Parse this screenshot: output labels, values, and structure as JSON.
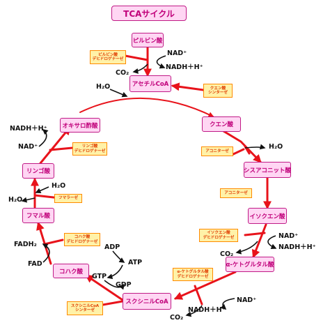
{
  "title": "TCAサイクル",
  "compounds": {
    "pyruvate": "ピルビン酸",
    "acetylcoa": "アセチルCoA",
    "citrate": "クエン酸",
    "cisaconitate": "シスアコニット酸",
    "isocitrate": "イソクエン酸",
    "akg": "α-ケトグルタル酸",
    "succinylcoa": "スクシニルCoA",
    "succinate": "コハク酸",
    "fumarate": "フマル酸",
    "malate": "リンゴ酸",
    "oxaloacetate": "オキサロ酢酸"
  },
  "enzymes": {
    "pdh": [
      "ピルビン酸",
      "デヒドロゲナーゼ"
    ],
    "cs": [
      "クエン酸",
      "シンターゼ"
    ],
    "aco1": [
      "アコニターゼ"
    ],
    "aco2": [
      "アコニターゼ"
    ],
    "idh": [
      "イソクエン酸",
      "デヒドロゲナーゼ"
    ],
    "akgdh": [
      "α-ケトグルタル酸",
      "デヒドロゲナーゼ"
    ],
    "scs": [
      "スクシニルCoA",
      "シンターゼ"
    ],
    "sdh": [
      "コハク酸",
      "デヒドロゲナーゼ"
    ],
    "fum": [
      "フマラーゼ"
    ],
    "mdh": [
      "リンゴ酸",
      "デヒドロゲナーゼ"
    ]
  },
  "molecules": {
    "nad_pdh": "NAD⁺",
    "nadh_pdh": "NADH＋H⁺",
    "co2_pdh": "CO₂",
    "h2o_cs": "H₂O",
    "h2o_aco": "H₂O",
    "nad_idh": "NAD⁺",
    "nadh_idh": "NADH＋H⁺",
    "co2_idh": "CO₂",
    "nadh_akg": "NADH＋H⁺",
    "nad_akg": "NAD⁺",
    "co2_akg": "CO₂",
    "adp": "ADP",
    "atp": "ATP",
    "gtp": "GTP",
    "gdp": "GDP",
    "fadh2": "FADH₂",
    "fad": "FAD",
    "h2o_fum_in": "H₂O",
    "h2o_fum_out": "H₂O",
    "nadh_mdh": "NADH＋H⁺",
    "nad_mdh": "NAD⁺"
  },
  "colors": {
    "node_fill": "#ffd6f3",
    "node_border": "#c01a86",
    "node_text": "#c0007a",
    "enzyme_fill": "#fff2a8",
    "enzyme_border": "#ff8a00",
    "enzyme_text": "#e03c00",
    "main_arrow": "#e8131b",
    "side_arrow": "#111111"
  }
}
